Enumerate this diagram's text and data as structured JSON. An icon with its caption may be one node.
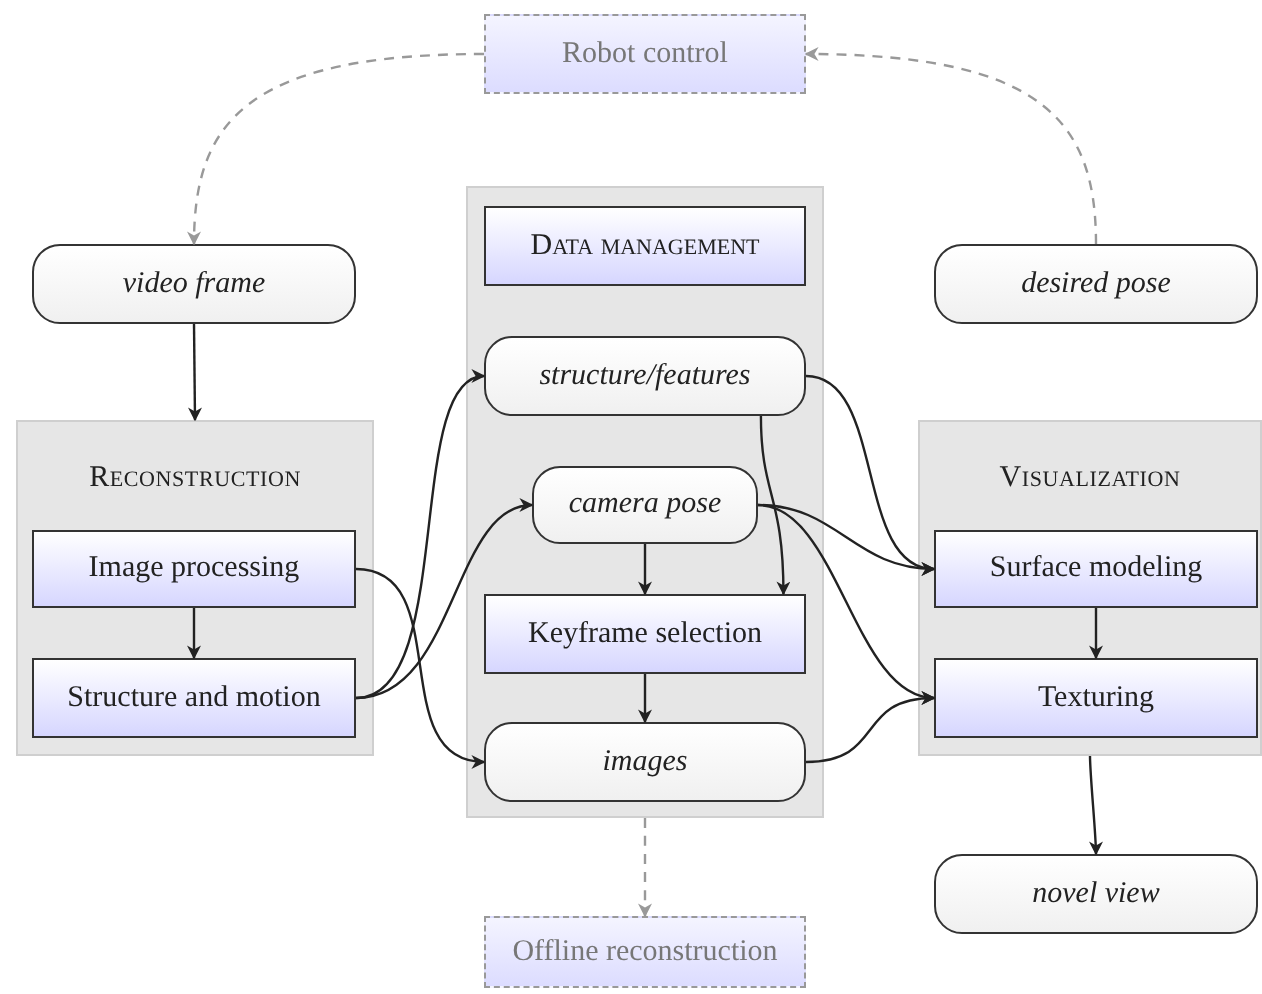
{
  "diagram": {
    "nodes": [
      {
        "text": [
          "Robot control"
        ]
      },
      {
        "text": [
          "video frame"
        ]
      },
      {
        "text": [],
        "shape": "box"
      },
      {
        "text": [
          "Data management"
        ],
        "in": 2
      },
      {
        "text": [
          "desired pose"
        ]
      },
      {
        "text": [
          "Reconstruction"
        ]
      },
      {
        "text": [
          "Image processing"
        ],
        "in": 5
      },
      {
        "text": [
          "Structure and motion"
        ],
        "in": 5
      },
      {
        "text": [
          "structure/features"
        ],
        "in": 2
      },
      {
        "text": [
          "camera pose"
        ],
        "in": 2
      },
      {
        "text": [
          "Keyframe selection"
        ],
        "in": 2
      },
      {
        "text": [
          "images"
        ],
        "in": 2
      },
      {
        "text": [
          "Visualization"
        ]
      },
      {
        "text": [
          "Surface modeling"
        ],
        "in": 12
      },
      {
        "text": [
          "Texturing"
        ],
        "in": 12
      },
      {
        "text": [
          "novel view"
        ]
      },
      {
        "text": [
          "Offline reconstruction"
        ]
      }
    ],
    "edges": [
      {
        "from": 0,
        "to": 1,
        "arrow": "to",
        "style": "dashed",
        "color": "#999999"
      },
      {
        "from": 4,
        "to": 0,
        "arrow": "to",
        "style": "dashed",
        "color": "#999999"
      },
      {
        "from": 1,
        "to": 5,
        "arrow": "to"
      },
      {
        "from": 6,
        "to": 7,
        "arrow": "to"
      },
      {
        "from": 6,
        "to": 11,
        "arrow": "to"
      },
      {
        "from": 7,
        "to": 8,
        "arrow": "to"
      },
      {
        "from": 7,
        "to": 9,
        "arrow": "to"
      },
      {
        "from": 8,
        "to": 13,
        "arrow": "to"
      },
      {
        "from": 8,
        "to": 10,
        "arrow": "to"
      },
      {
        "from": 9,
        "to": 10,
        "arrow": "to"
      },
      {
        "from": 9,
        "to": 13,
        "arrow": "to"
      },
      {
        "from": 9,
        "to": 14,
        "arrow": "to"
      },
      {
        "from": 10,
        "to": 11,
        "arrow": "to"
      },
      {
        "from": 11,
        "to": 14,
        "arrow": "to"
      },
      {
        "from": 13,
        "to": 14,
        "arrow": "to"
      },
      {
        "from": 12,
        "to": 15,
        "arrow": "to"
      },
      {
        "from": 2,
        "to": 16,
        "arrow": "to",
        "style": "dashed",
        "color": "#999999"
      }
    ]
  }
}
